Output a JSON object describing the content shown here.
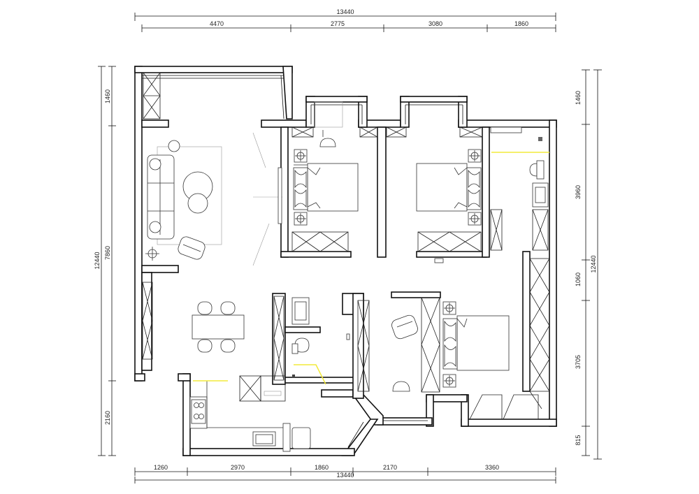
{
  "dimensions": {
    "top_total": "13440",
    "top_segments": [
      "4470",
      "2775",
      "3080",
      "1860"
    ],
    "bottom_total": "13440",
    "bottom_segments": [
      "1260",
      "2970",
      "1860",
      "2170",
      "3360"
    ],
    "left_total": "12440",
    "left_segments": [
      "1460",
      "7860",
      "2160"
    ],
    "right_total": "12440",
    "right_segments": [
      "1460",
      "3960",
      "1060",
      "3705",
      "815"
    ]
  },
  "colors": {
    "wall": "#111111",
    "accent_line": "#f2ea3a",
    "furniture": "#333333"
  },
  "icons": [
    "sofa",
    "armchair",
    "dining-table",
    "bed",
    "nightstand-lamp",
    "toilet",
    "sink",
    "cooktop",
    "wardrobe"
  ]
}
